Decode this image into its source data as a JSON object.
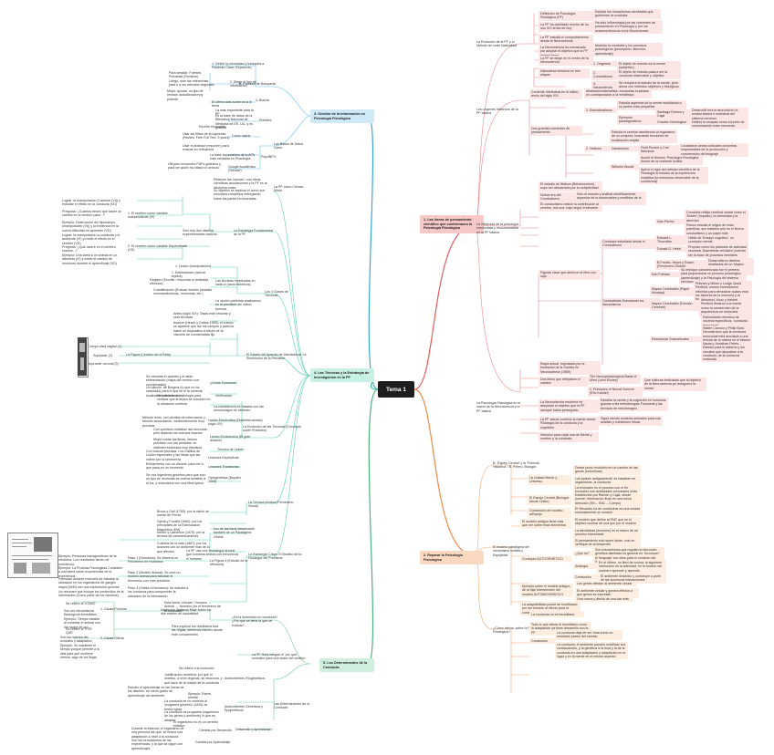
{
  "center": {
    "label": "Tema 1"
  },
  "main": {
    "m1": "1. Las líneas de pensamiento científico que conformaron la Psicología Fisiológica",
    "m2": "2. Reparar la Psicología Fisiológica",
    "m3": "3. Gestión de la información en Psicología Fisiológica",
    "m4": "4. Las Técnicas y la Estrategia de Investigación en la PF",
    "m5": "5. Los Determinantes de la Conducta"
  },
  "r1": {
    "a": "La Evolución de la PF y el Método de corte Naturalista",
    "a1": "Definición de Psicología Fisiológica (PF)",
    "a1a": "Estudia los mecanismos cerebrales que gobiernan la conducta",
    "a2": "La PF ha cambiado mucho de su uso XIX al día de hoy",
    "a2a": "Ha sido influenciada por las corrientes de pensamiento en Psicología y por los avances técnicos en la Neurociencia",
    "a3": "La PF estudia el comportamiento desde la Neurociencia",
    "a4": "La Neurociencia ha enmarcado por adoptar el objetivo que la PF deberá tener",
    "a4a": "Modelar la conducta y los procesos psicológicos (percepción, atención, aprendizaje)",
    "a5": "La PF se dirige en el centro de la Neurociencia",
    "a6": "Naturaleza histórica en tres etapas",
    "a6a": "1. Orígenes",
    "a6aa": "El objeto de estudio es la mente (subjetivo)",
    "a6b": "2. Conductismo",
    "a6ba": "El objeto de estudio pasa a ser la conducta observable y objetiva",
    "a6c": "3. Neurociencia",
    "a6ca": "Se recupera el estudio de la mente, pero ahora con métodos objetivos y biológicos",
    "b": "Los orígenes históricos de la PF básica",
    "b1": "Corriente Intelectual en el último tercio del siglo XIX",
    "b1a": "Abstracto/materialista, conductas explícitas en contraposición a la metafísica",
    "b2": "Dos grandes corrientes de pensamiento",
    "b2a": "1. Estructuralismo",
    "b2aa": "Estudia aspectos de la mente estudiados a su partes más pequeñas",
    "b2ab": "Ejemplos paradigmáticos",
    "b2aba": "Santiago Ramón y Cajal",
    "b2abb": "Charles Sherrington",
    "b2aa1": "Desarrolló teoría neuronal en la unidad básica e individual del sistema nervioso",
    "b2ab1": "Definió la sinapsis como el punto de comunicación entre neuronas",
    "b2b": "2. Holismo",
    "b2ba": "Estudia el cerebro atendiendo al organismo de su conjunto, buscando funciones de localización amplia",
    "b2bb": "Darwinismo",
    "b2bba": "Fluid Purdue y Carl Wernicke",
    "b2bbb": "Localizaron áreas corticales concretas responsables de la producción y comprensión del lenguaje",
    "b2bc": "Wilhelm Wundt",
    "b2bca": "Acuñó el término 'Psicología Fisiológica' dentro de la corriente holista",
    "b2bcb": "Aplicó el rigor del método científico de la Fisiología al estudio de la experiencia subjetiva (la estructura observable de la conciencia)",
    "c": "La influencia de la psicología conductista y neoconductista en la PF básica",
    "c1": "El estudio de Watson (Behaviourism) supo ser descartado por su subjetividad",
    "c2": "Nueva era del Conductismo",
    "c2a": "Solo el estudio y análisis científicamente aspectos de la observables y medibles de la conducta",
    "c3": "El conductismo realizó la contribución al cerebro, era una 'caja negra' irrelevante",
    "c4": "Figuras clave que abrieron el libro con caja",
    "c4a": "Conducta estudiada desde el Conductismo",
    "c4aa": "Iván Pavlov",
    "c4ab": "Edward L. Thorndike",
    "c4ac": "Donald O. Hebb",
    "c4ad": "B.Fredric, Heyer y Rosen (Fenómeno Global)",
    "c4aa1": "Conducta refleja cerebral innata como el 'Estrés' (Impulso), la intensidad y la atención",
    "c4aa2": "Pavlov estudió el origen de esas prácticas, sus tratados aún en el Nuevo conductismo y un papel más determinante",
    "c4ab1": "Habló de 'Ensayo cognitivo', un concepto mental",
    "c4ac1": "Propuso como los patrones de actividad neuronal 'Asambleas celulares' podrían ser la base de procesos mentales",
    "c4ad1": "Desarrollaron diseños detallados de un 'Mapeo Cognitivo' de Hebb en los laboratorios",
    "c4b": "Conductistas Estudiando los Mecanismos",
    "c4ba": "Karl Pribram",
    "c4bb": "Mapeo Cerebrales (Papel Minskya)",
    "c4bc": "Mapeo Cerebrales (Función Cerebral)",
    "c4bd": "Estructuras Subcorticales",
    "c4ba1": "Su enfoque caracterizado fue el primero para proporcionar un proceso psicológico (aprendizaje) y la Fisiología del sistema nervioso",
    "c4bb1": "Pribram y Milner y Lodge David Penfield, usaron estimulación eléctrica para demostrar cuales eran los factores de la memoria y la función humana",
    "c4bc1": "Wiesenzt, Kunz y Hebbel Penfield llevaron a la mente como la constricción de la arquitectura en estímulos funcionales y cognitivas",
    "c4bd1": "Estimulación eléctrica de núcleos específicos, 'conducta emocional'",
    "c4bd2": "Walter Cannon y Philip Bard. Demostraron que la conducta emocional está asociada a una lectura de la misma en el tálamo y el hipotálamo",
    "c4bd3": "Nauta y Jonathan Fettes. Estudió para el sistema y los circuitos que apoyaban a la conducta, de la conducta motivada",
    "d": "La Psicología Fisiológica en el marco de la Neurociencia y la PF básica",
    "d1": "Etapa actual, impulsada por la fundación de la Society for Neuroscience (1969)",
    "d2": "Dos libros que reflejaban el cambio",
    "d2a": "The Neurophysiological Basis of Mind (John Eccles)",
    "d2b": "2. Principles of Neural Science (Eric Kandel)",
    "d2c": "Que culturas dedicadas que al objetivo de la Neurociencia ya 'antagonía la mente'",
    "d3": "La Neurociencia moderna ha adoptado el objetivo que la PF siempre había perseguido",
    "d3a": "Estudiar la mente y la cognición en humanos gracias a las metodologías Funcional y las técnicas de neuroimagen",
    "d4": "La PF actual combinó la mente desde Fisiología de la conducta y la cognición",
    "d4a": "Sigue siendo modelos animales para sus análisis y cuestiones éticas",
    "d5": "Intrusión para cada una de Mente y cerebro y la conducta"
  },
  "r2": {
    "a": "B. 'Espejo Central' y la 'Fórmula Histórica' / B. Piñero, Biología",
    "a1": "La Unidad Mente y Universo",
    "a1a": "Desde punto evolutivo en un cambio de las ganas (subrutinas)",
    "a1b": "Los países 'antiguamente' se basaban en organismos, la conducta",
    "a1c": "La evolución es el proceso con el fin. evolución son actividades principales (más profundo de evolución)",
    "a2": "El Espejo Central (Biología Mente Unido)",
    "a2a": "Establecido por Ramón y Cajal, desde puente: información fluye en una única dirección (SN – SNC – Cuerpo)",
    "a3": "Conclusión del modelo: a/Espejo",
    "a3a": "El Simulado ha de conducirse es una unidad esencialmente un modelo",
    "b": "El modelo paradigma del mecanismo ciclista y Espejistas",
    "b1": "El modelo antiguo tiene más que ver sobre esas elementos",
    "b1a": "El modelo que define al SNC que es el objetivo nuclear de una que por el modelo",
    "b1b": "La afectividad (emoción) en el marco de un proceso interesante",
    "b1c": "El pensamiento solo sobre ideas, solo se verifique de al desarrollo",
    "b2": "Concepto AUTOGENÉTICO",
    "b2a": "¿Qué es?",
    "b2aa": "Son mecanismos que regulan la ejecución genética diseñada en general en 'reconocer' el 'lenguaje' con ellos para el contexto del SNC",
    "b2b": "Analogía",
    "b2ba": "En el último, un libro de cocina, la siguiente instrucción es la actividad, en la función del cocinero aprende y aprende",
    "b2c": "Conclusión",
    "b2ca": "El ambiente dinámico y construye a partir de las sucesivas interacciones",
    "b3": "Ejemplo sobre el modelo antiguo, de la hija 'Intersección' del modelo AUTOBIOGRÁFICO",
    "b3a": "Los genes afectan al ambiente celular",
    "b3b": "El ambiente celular y genera efectos a que genes se expresan",
    "b3c": "Una nueva y afecta de una dar más",
    "b4": "La adaptabilidad puede se modificado por ser tomado al efecto para la conducta",
    "c": "¿Cómo afecta, sobre la Psicología Fisiológica?",
    "c1": "La conducta no es hereditaria",
    "c2": "Todo lo que afecta el hereditario como la adaptación ya tiene desarrollo con la PF",
    "c3": "Conclusión",
    "c3a": "La conducta deja de ser vista como un resultado pasivo del cambio",
    "c3b": "La conducta, el ambiente pueden modificar sus conducciones, y la genética a la hora y la de la conducta en una adaptación y adaptación en el lugar y en la mente en el mismo aspecto"
  },
  "l3": {
    "a": "B. Proceso de Búsqueda",
    "a1": "1. Definir la necesidad y traducirla a Palabras Clave (Keywords)",
    "a2": "2. Elegir el tipo de información",
    "a2a": "Para ampliar: Fuentes Primarias (Revisión)",
    "a2b": "Luego, usar las referencias para ir a los artículos originales",
    "a2c": "Mejor: ayudar, un tipo de revisión actualizada muy potente",
    "a3": "3. Buscar",
    "a3a": "El último dato sobre es si el tema",
    "b": "Las Bases de Datos Clave",
    "b1": "PubMed",
    "b1a": "La más importante para la PF",
    "b1b": "Es la base de datos de la Biblioteca Nacional de Medicina de EE. UU. y es gratuita",
    "b2": "Cómo usarla",
    "b2a": "Escribe Keywords",
    "b2b": "Usar los filtros de la izquierda (Review, Free Full Text, 5 years)",
    "b2c": "Usar el abstract (resumen) para evaluar su relevancia",
    "b3": "PsycINFO",
    "b3a": "La base especialista de la APA más centrada en Psicología",
    "b4": "Google Académico (Scholar)",
    "b4a": "Útil pero encuentra PDFs gratuitos y para ver quién ha citado un artículo"
  },
  "l4": {
    "a": "La PF como Ciencia Mixta",
    "a1": "Relación las 'causas' / con ideas científicas asociaciones y la PF es la disciplina mixta",
    "a2": "Su objetivo es explicar el como son principios complejos entregando todos las partes involucradas",
    "b": "La Estrategia Fundamental de la PF",
    "b1": "Solo hay dos diseños experimentales básicos",
    "b1a": "1. El cerebro como variable independiente (VI)",
    "b1aa": "Lograr: la manipulación (Cambiar (VI)) y estudiar el efecto en la conducta (VD)",
    "b1ab": "Pregunta: ¿Cuántos tienen que hacer un cambio en el cerebro para...?",
    "b1ac": "Ejemplo: Destrucción del hipocampo (manipulación (VI)) y la evidencia en la nueva dificultad en aprender (VD)",
    "b1b": "2. El cerebro como variable Dependiente (VD)",
    "b1ba": "Lograr: la manipulación la conducta y el ambiente (VI) y medir el efecto en el cerebro (VD)",
    "b1bb": "Pregunta: ¿Qué ocurre en el cerebro cuando...?",
    "b1bc": "Ejemplo: Una tarea a un animal en un laberinto (VI) y medir el cambio de neurones durante el aprendizaje (VD)",
    "c": "Los 4 Clases de Técnicas",
    "c1": "1. Lesión (manipulación)",
    "c1a": "1. Estimulación (activar tejidos)",
    "c1b": "Registro (Escribir / escuchar lo actividad eléctrica)",
    "c1c": "Cuantificación (Evaluar nuestro (analisis neuroanatomicas, hormonas, etc.)",
    "c1d": "Las técnicas empleadas en cada lo (usos históricos)",
    "c2": "La opción preferida analizamos en la precisión del último formula",
    "d": "El Estado del Aparato de Marcadores: La Revolución de la Precisión",
    "d1": "Antes (siglo XIX): Tasas eran lesionar y usar técnicas",
    "d2": "Avance (Hirsch y Dubba 1955): el cuerpo se aparece que fue los campos y parecía haber un dispositivo a través de la visiones de coordenadas fijo",
    "d3": "La Figura (Cerebro de la Rata)",
    "d3a": "Cuerpo vista sagital (1)",
    "d3b": "Supraestr (2)",
    "d3c": "Supraestr coronal (3)",
    "d4": "¿Cómo Funciona?",
    "d4a": "Se necesita el aparato y el atlas estereotáxico (mapa del cerebro con coordenadas)",
    "d4b": "Un cálculo, de Bregma (lo que no ha calculado) para lo que se le la correcta localización de la lesión",
    "d5": "Verificación",
    "d5a": "Se tomaron de histología para verificar que la lesión se encontró en la ubicación correcta",
    "e": "La Evolución de las Técnicas (Concepto sobre Precisión)",
    "e1": "La coincidencia se basaba con las neuroimagen se obtienen",
    "e2": "Método lento, con pérdida de información y efectos secundarios, ineficientemente muy precisas",
    "e2a": "Lesión Electrolítica (Radiofrecuencia) (siglo XX)",
    "e3": "Lesión Excitotóxica (El gran avance)",
    "e3a": "Con químicos mataban las neuronas, pero dejando los cuerpos intactos",
    "e3b": "Mejor cuidar las fibras, menos precisión con las pérdidas, se obtienen estímulos muy efectivos",
    "e4": "Técnica de Lesión",
    "e4a": "Lesiones Específicas",
    "e4b": "Con toxinas precisas: Los Gatillos de Lesión especiales y las fibras que las nutren por la serotonina",
    "e5": "Lesiones Transitorias",
    "e5a": "Enfriamiento con un alcohol: para ver lo que pasa en un momento",
    "e6": "Optogenética (Boyden 2005)",
    "e6a": "Se usa ingeniería genética para que solo un tipo de neuronas se vuelva sensible a la luz, y lesionarlos con una fibra óptica",
    "f": "La Técnica precisa (Fenómeno Social)",
    "f1": "Broca y Gall (1765): por la visión de mente de Ferrier",
    "f2": "Ojeda y Fumilla (1960): por los principales de la Estimulación Magnética (EM)",
    "f3": "Luz de las fotos observadas también de un Paradigma Global",
    "f4": "Kelner y Lawrence (1970): por la técnica de caracterizaciones",
    "f5": "Cuántos de la más (1887): por los avances con un ambiente más de lo que afectan"
  },
  "l4b": {
    "a": "La Estrategia Clave: El Modelo de la Fisiología del Problema",
    "a1": "La PF usa una 'estrategia circular' que combina ambos con frecuencia el humano",
    "a2": "La Figura 4 (Estudio de la Memoria)",
    "a2a": "Paso 1 (Humanos): Se observa un Fenómeno en Humanos",
    "a2aa": "Ejemplo: Personas transgenetizan de la medicina. Los resultados tienen de conciencia",
    "a2b": "Paso 2 (Modelo Animal): Se crea un modelo animal para estudiar el fenómeno con más precisión",
    "a2ba": "Ejemplo: La Pruebas Fisiológicas Consisten a una tarea sobre experiencias de la experiencia",
    "a2bb": "Formulan durante memoria de estudiar la ubicación en los organismos de ganglio mayor (WM) con una exploración química",
    "a2c": "Paso 3 (Vuelta a Humanos): Se estudia a los humanos para comprender la ubicación de la información",
    "a2ca": "Un resumen que incluye los contenidos de la información (Como parte de los cambios)",
    "a3": "Esta forma 'circular': Humano → Animal → Humano (es el fenómeno de la conducta)"
  },
  "l5": {
    "a": "¿Es la dimensión en conducta? ¿Por qué se tiene la que se evaluar?",
    "a1": "Distinción (Indiana) Mayr sobre los dos niveles de causalidad",
    "a1a": "1. Causa Próxima",
    "a1aa": "Se refiere al 'CÓMO'",
    "a1ab": "Son los mecanismos fisiológicos inmediatos",
    "a1ac": "Ejemplo: Tiempo estable al conectar el animal con los nodos de oro",
    "a1b": "2. Causa Última",
    "a1ba": "Se refiere al 'POR QUÉ'",
    "a1bb": "Son los valores del evolutivo y adaptativo",
    "a1bc": "Ejemplo: Se mantiene el tiempo porque permite a la rata para que contiene menos, algo de los llegar",
    "a2": "Para explicar los resultados tras las reglas, debemos hacerlo desde este conocimiento",
    "b": "La PF Hola integrar el 'por qué' evolutivo para una visión del cerebro",
    "c": "Las Determinantes de la Conducta",
    "c1": "Antecedentes Filogenéticos",
    "c1a": "Se refiere a la evolución",
    "c1b": "Justificación científica: por qué el cerebro, a nivel regional, se relaciona, y qué hace de la unidad de la conducta",
    "c2": "Antecedentes Genéticos y Epigenéticos",
    "c2a": "Estudio el aprendizaje en las líneas de los diseños, en cierto grado de aprendizaje del ambiente",
    "c2b": "La conducta se no controla al 'programa genético' (ADN) de forma rígida",
    "c2ba": "Ejemplo: Estrés mental",
    "c2c": "La conducta es programa (organismo de los genes y ambiente) lo que es adaptar",
    "c3": "Desarrollo y Aprendizaje",
    "c3a": "El organismo no es un cerebro estático",
    "c3b": "Cambia por Desarrollo",
    "c3ba": "Durante la infancia, el organismo de una persona las que, se busca una adaptación a nivel a la conducta",
    "c3c": "Cambia por Aprendizaje",
    "c3ca": "Son las sensaciones de las experiencias, y la que se sigue con aprendizajes"
  }
}
